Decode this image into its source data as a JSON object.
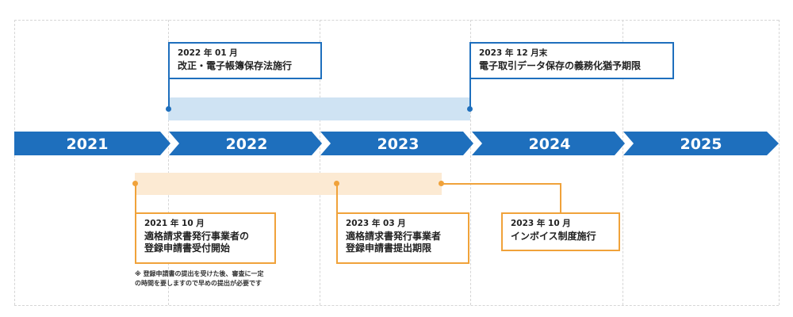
{
  "colors": {
    "timeline_blue": "#1e6fbd",
    "band_blue": "#cfe3f3",
    "accent_orange": "#f0a23a",
    "band_orange": "#fcead3"
  },
  "timeline": {
    "years": [
      "2021",
      "2022",
      "2023",
      "2024",
      "2025"
    ]
  },
  "events_top": [
    {
      "date": "2022 年 01 月",
      "title": "改正・電子帳簿保存法施行"
    },
    {
      "date": "2023 年 12 月末",
      "title": "電子取引データ保存の義務化猶予期限"
    }
  ],
  "events_bottom": [
    {
      "date": "2021 年 10 月",
      "title": "適格請求書発行事業者の\n登録申請書受付開始"
    },
    {
      "date": "2023 年 03 月",
      "title": "適格請求書発行事業者\n登録申請書提出期限"
    },
    {
      "date": "2023 年 10 月",
      "title": "インボイス制度施行"
    }
  ],
  "note": "※ 登録申請書の提出を受けた後、審査に一定\nの時間を要しますので早めの提出が必要です"
}
